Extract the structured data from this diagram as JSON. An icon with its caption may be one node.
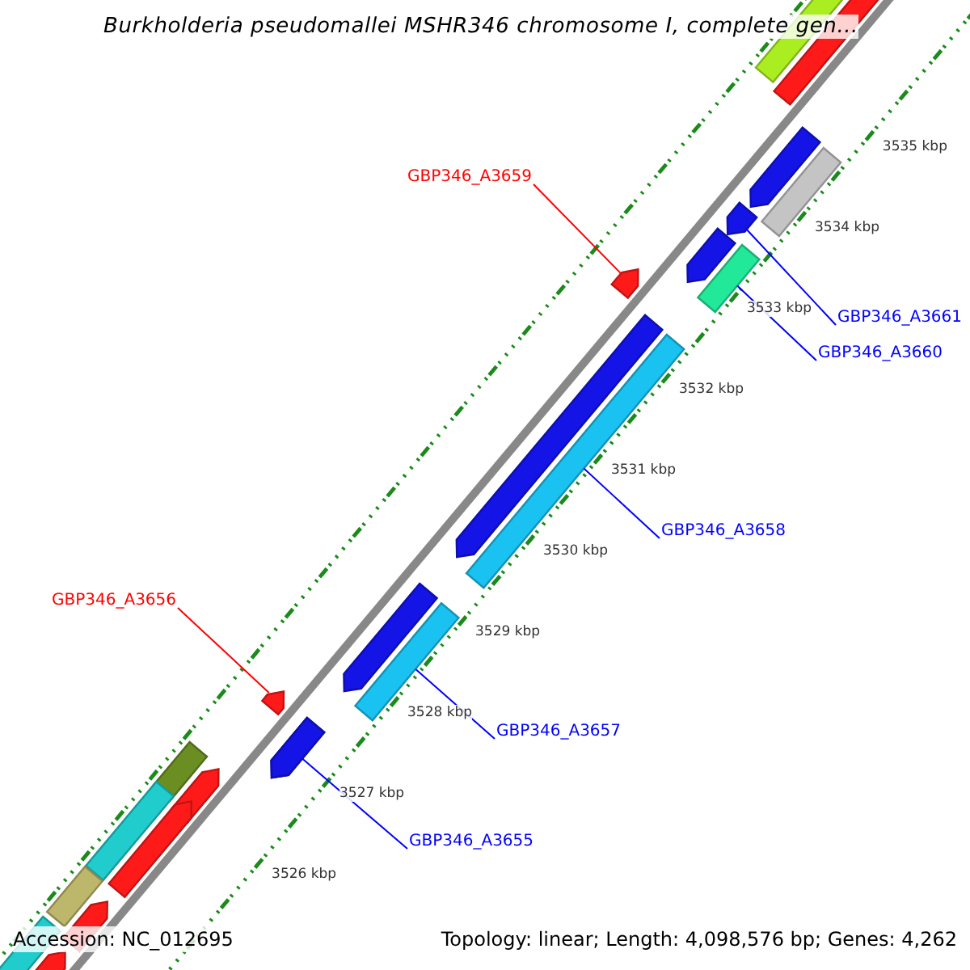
{
  "diagram": {
    "title": "Burkholderia pseudomallei MSHR346 chromosome I, complete gen...",
    "nodes": [
      {
        "text": [
          "GBP346_A3659"
        ]
      },
      {
        "text": [
          "GBP346_A3661"
        ]
      },
      {
        "text": [
          "GBP346_A3660"
        ]
      },
      {
        "text": [
          "GBP346_A3658"
        ]
      },
      {
        "text": [
          "GBP346_A3656"
        ]
      },
      {
        "text": [
          "GBP346_A3657"
        ]
      },
      {
        "text": [
          "GBP346_A3655"
        ]
      },
      {
        "text": [],
        "shape": "bar"
      },
      {
        "text": [],
        "shape": "bar"
      },
      {
        "text": [],
        "shape": "bar"
      },
      {
        "text": [],
        "shape": "bar"
      },
      {
        "text": [],
        "shape": "bar"
      },
      {
        "text": [],
        "shape": "bar"
      },
      {
        "text": [],
        "shape": "bar"
      }
    ],
    "edges": [
      {
        "from": 0,
        "to": 9,
        "arrow": "none",
        "color": "#ff0000"
      },
      {
        "from": 1,
        "to": 7,
        "arrow": "none"
      },
      {
        "from": 2,
        "to": 8,
        "arrow": "none"
      },
      {
        "from": 3,
        "to": 10,
        "arrow": "none"
      },
      {
        "from": 4,
        "to": 12,
        "arrow": "none",
        "color": "#ff0000"
      },
      {
        "from": 5,
        "to": 11,
        "arrow": "none"
      },
      {
        "from": 6,
        "to": 13,
        "arrow": "none"
      }
    ],
    "labels": [
      "3535 kbp",
      "3534 kbp",
      "3533 kbp",
      "3532 kbp",
      "3531 kbp",
      "3530 kbp",
      "3529 kbp",
      "3528 kbp",
      "3527 kbp",
      "3526 kbp",
      "Accession: NC_012695",
      "Topology: linear; Length: 4,098,576 bp; Genes: 4,262"
    ]
  }
}
